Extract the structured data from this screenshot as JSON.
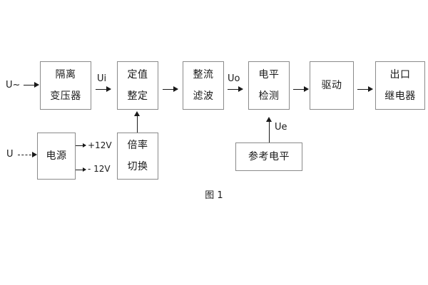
{
  "figure": {
    "caption": "图 1",
    "colors": {
      "box_border": "#8a8a8a",
      "line": "#1a1a1a",
      "text": "#1a1a1a",
      "background": "#ffffff"
    }
  },
  "blocks": {
    "isolation_transformer": {
      "line1": "隔离",
      "line2": "变压器"
    },
    "setting_value": {
      "line1": "定值",
      "line2": "整定"
    },
    "rectify_filter": {
      "line1": "整流",
      "line2": "滤波"
    },
    "level_detect": {
      "line1": "电平",
      "line2": "检测"
    },
    "drive": {
      "line1": "驱动"
    },
    "output_relay": {
      "line1": "出口",
      "line2": "继电器"
    },
    "power_supply": {
      "line1": "电源"
    },
    "multiplier_switch": {
      "line1": "倍率",
      "line2": "切换"
    },
    "reference_level": {
      "line1": "参考电平"
    }
  },
  "signals": {
    "ac_input": "U~",
    "dc_input": "U",
    "ui": "Ui",
    "uo": "Uo",
    "ue": "Ue",
    "plus_12v": "+12V",
    "minus_12v": "- 12V"
  }
}
